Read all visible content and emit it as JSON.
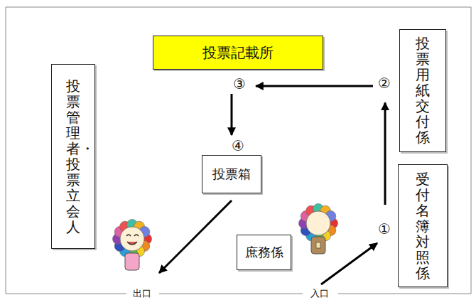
{
  "diagram": {
    "nodes": [
      {
        "text": [
          "投票記載所"
        ]
      },
      {
        "text": [
          "投票用紙交付係"
        ]
      },
      {
        "text": [
          "投票管理者・投票立会人"
        ]
      },
      {
        "text": [
          "投票箱"
        ]
      },
      {
        "text": [
          "受付名簿対照係"
        ]
      },
      {
        "text": [
          "庶務係"
        ]
      }
    ],
    "edges": [
      {
        "from": 4,
        "to": 1,
        "arrow": "to"
      },
      {
        "from": 1,
        "to": 0,
        "arrow": "to"
      },
      {
        "from": 0,
        "to": 3,
        "arrow": "to"
      }
    ],
    "labels": [
      "①",
      "②",
      "③",
      "④",
      "出口",
      "入口"
    ]
  }
}
